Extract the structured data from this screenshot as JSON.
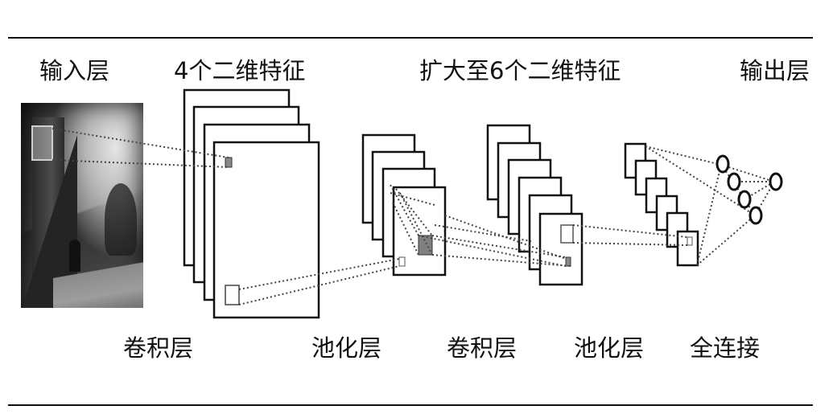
{
  "labels": {
    "input_layer": "输入层",
    "feature_maps_4": "4个二维特征",
    "feature_maps_6": "扩大至6个二维特征",
    "output_layer": "输出层",
    "conv_layer_1": "卷积层",
    "pool_layer_1": "池化层",
    "conv_layer_2": "卷积层",
    "pool_layer_2": "池化层",
    "fully_connected": "全连接"
  },
  "structure": {
    "input_image": "grayscale-church-photo",
    "conv1_maps": 4,
    "pool1_maps": 4,
    "conv2_maps": 6,
    "pool2_maps": 6,
    "fc_neurons": 4,
    "output_neurons": 1
  },
  "colors": {
    "line": "#111111",
    "dotted": "#444444",
    "filter_fill": "#808080"
  }
}
